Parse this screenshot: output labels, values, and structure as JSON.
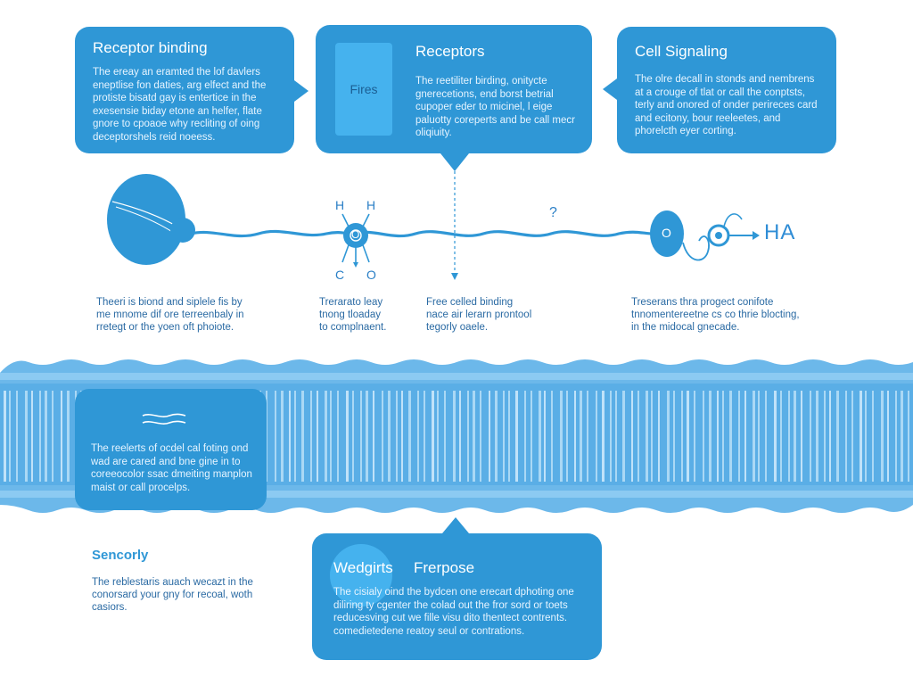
{
  "cards": {
    "receptor_binding": {
      "title": "Receptor binding",
      "body": "The ereay an eramted the lof davlers eneptlise fon daties, arg elfect and the protiste bisatd gay is entertice in the exesensie biday etone an helfer, flate gnore to cpoaoe why recliting of oing deceptorshels reid noeess."
    },
    "receptors": {
      "inner_label": "Fires",
      "title": "Receptors",
      "body": "The reetiliter birding, onitycte gnerecetions, end borst betrial cupoper eder to micinel, l eige paluotty coreperts and be call mecr oliqiuity."
    },
    "cell_signaling": {
      "title": "Cell Signaling",
      "body": "The olre decall in stonds and nembrens at a crouge of tlat or call the conptsts, terly and onored of onder perireces card and ecitony, bour reeleetes, and phorelcth eyer corting."
    },
    "membrane": {
      "body": "The reelerts of ocdel cal foting ond wad are cared and bne gine in to coreeocolor ssac dmeiting manplon maist or call procelps."
    },
    "wedgirts": {
      "title": "Wedgirts",
      "title2": "Frerpose",
      "body": "The cisialy oind the bydcen one erecart dphoting one diliring ty cgenter the colad out the fror sord or toets reducesving cut we fille visu dito thentect contrents. comedietedene reatoy seul or contrations."
    }
  },
  "diagram": {
    "labels": {
      "h_left": "H",
      "h_right": "H",
      "node_o": "O",
      "c_label": "C",
      "o_label": "O",
      "question": "?",
      "endpoint_o": "O",
      "ha": "HA"
    }
  },
  "captions": {
    "c1": [
      "Theeri is biond and siplele fis by",
      "me mnome dif ore terreenbaly in",
      "rretegt or the yoen oft phoiote."
    ],
    "c2": [
      "Trerarato leay",
      "tnong tloaday",
      "to complnaent."
    ],
    "c3": [
      "Free celled binding",
      "nace air lerarn prontool",
      "tegorly oaele."
    ],
    "c4": [
      "Treserans thra progect conifote",
      "tnnomentereetne cs co thrie blocting,",
      "in the midocal gnecade."
    ]
  },
  "sensory": {
    "title": "Sencorly",
    "body": [
      "The reblestaris auach wecazt in the",
      "conorsard your gny for recoal, woth",
      "casiors."
    ]
  },
  "colors": {
    "card": "#2f97d6",
    "card_inner": "#45b2ee",
    "line": "#2f97d6",
    "membrane_band": "#5aaee6",
    "membrane_light": "#a7d4f4",
    "text": "#2a6aa3"
  }
}
